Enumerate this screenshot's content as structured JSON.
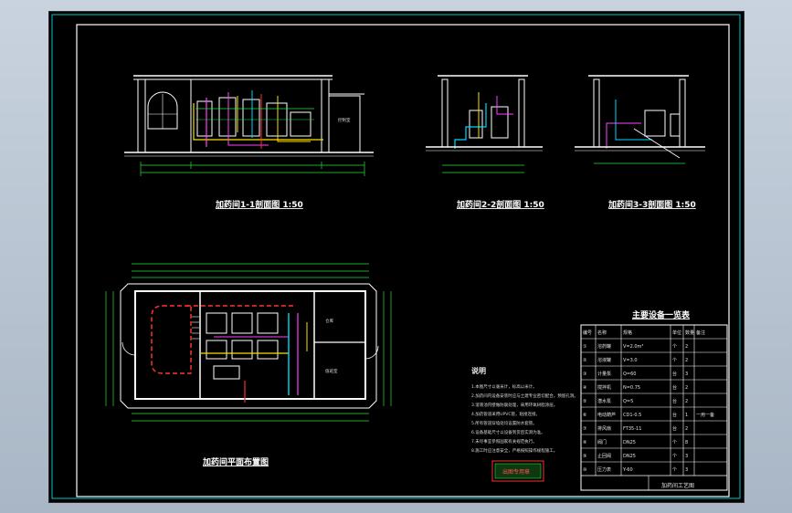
{
  "drawing": {
    "colors": {
      "background": "#000000",
      "frame": "#00c8c8",
      "wall": "#ffffff",
      "pipe_red": "#ff3030",
      "pipe_yellow": "#ffe000",
      "pipe_green": "#20e040",
      "pipe_cyan": "#00d8ff",
      "pipe_magenta": "#ff40ff",
      "dimension": "#20e040",
      "stamp": "#ff3030"
    },
    "views": {
      "section_1": {
        "title": "加药间1-1剖面图 1:50"
      },
      "section_2": {
        "title": "加药间2-2剖面图 1:50"
      },
      "section_3": {
        "title": "加药间3-3剖面图 1:50"
      },
      "plan": {
        "title": "加药间平面布置图"
      }
    },
    "plan_rooms": [
      "仓库",
      "值班室"
    ],
    "equipment_table": {
      "title": "主要设备一览表",
      "headers": [
        "编号",
        "名称",
        "规格",
        "单位",
        "数量",
        "备注"
      ],
      "rows": [
        {
          "no": "①",
          "name": "溶药罐",
          "spec": "V=2.0m³",
          "unit": "个",
          "qty": "2",
          "note": ""
        },
        {
          "no": "②",
          "name": "溶液罐",
          "spec": "V=3.0",
          "unit": "个",
          "qty": "2",
          "note": ""
        },
        {
          "no": "③",
          "name": "计量泵",
          "spec": "Q=60",
          "unit": "台",
          "qty": "3",
          "note": ""
        },
        {
          "no": "④",
          "name": "搅拌机",
          "spec": "N=0.75",
          "unit": "台",
          "qty": "2",
          "note": ""
        },
        {
          "no": "⑤",
          "name": "潜水泵",
          "spec": "Q=5",
          "unit": "台",
          "qty": "2",
          "note": ""
        },
        {
          "no": "⑥",
          "name": "电动葫芦",
          "spec": "CD1-0.5",
          "unit": "台",
          "qty": "1",
          "note": "一用一备"
        },
        {
          "no": "⑦",
          "name": "排风扇",
          "spec": "FT35-11",
          "unit": "台",
          "qty": "2",
          "note": ""
        },
        {
          "no": "⑧",
          "name": "阀门",
          "spec": "DN25",
          "unit": "个",
          "qty": "8",
          "note": ""
        },
        {
          "no": "⑨",
          "name": "止回阀",
          "spec": "DN25",
          "unit": "个",
          "qty": "3",
          "note": ""
        },
        {
          "no": "⑩",
          "name": "压力表",
          "spec": "Y-60",
          "unit": "个",
          "qty": "3",
          "note": ""
        }
      ],
      "footer": "加药间工艺图"
    },
    "notes": {
      "heading": "说明",
      "lines": [
        "1.本图尺寸以毫米计，标高以米计。",
        "2.加药间内设备安装时应与土建专业密切配合，预留孔洞。",
        "3.溶液池内壁做防腐处理，采用环氧树脂涂层。",
        "4.加药管道采用UPVC管，粘接连接。",
        "5.所有管道穿墙处均设置防水套管。",
        "6.设备基础尺寸以设备到货后实测为准。",
        "7.未尽事宜参照国家有关规范执行。",
        "8.施工时应注意安全，严格按照操作规程施工。"
      ]
    },
    "stamp_text": "出图专用章"
  }
}
